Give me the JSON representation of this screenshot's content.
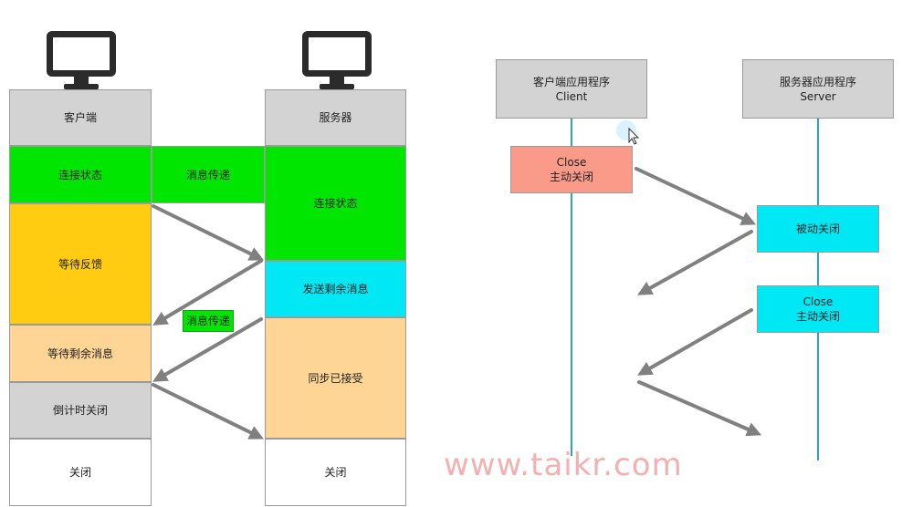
{
  "left": {
    "client_header": "客户端",
    "server_header": "服务器",
    "client_states": [
      "连接状态",
      "等待反馈",
      "等待剩余消息",
      "倒计时关闭",
      "关闭"
    ],
    "server_states": [
      "连接状态",
      "发送剩余消息",
      "同步已接受",
      "关闭"
    ],
    "message_top": "消息传递",
    "message_mid": "消息传递"
  },
  "right": {
    "client_header_line1": "客户端应用程序",
    "client_header_line2": "Client",
    "server_header_line1": "服务器应用程序",
    "server_header_line2": "Server",
    "close_active_client_line1": "Close",
    "close_active_client_line2": "主动关闭",
    "passive_close": "被动关闭",
    "close_active_server_line1": "Close",
    "close_active_server_line2": "主动关闭"
  },
  "watermark": "www.taikr.com",
  "colors": {
    "connected": "#00e600",
    "waiting": "#ffcc12",
    "remaining": "#ffd596",
    "header": "#d3d3d3",
    "sending": "#00e8f4",
    "client_close": "#fa9b8a",
    "lifeline": "#2aa3c8",
    "arrow": "#808080"
  }
}
